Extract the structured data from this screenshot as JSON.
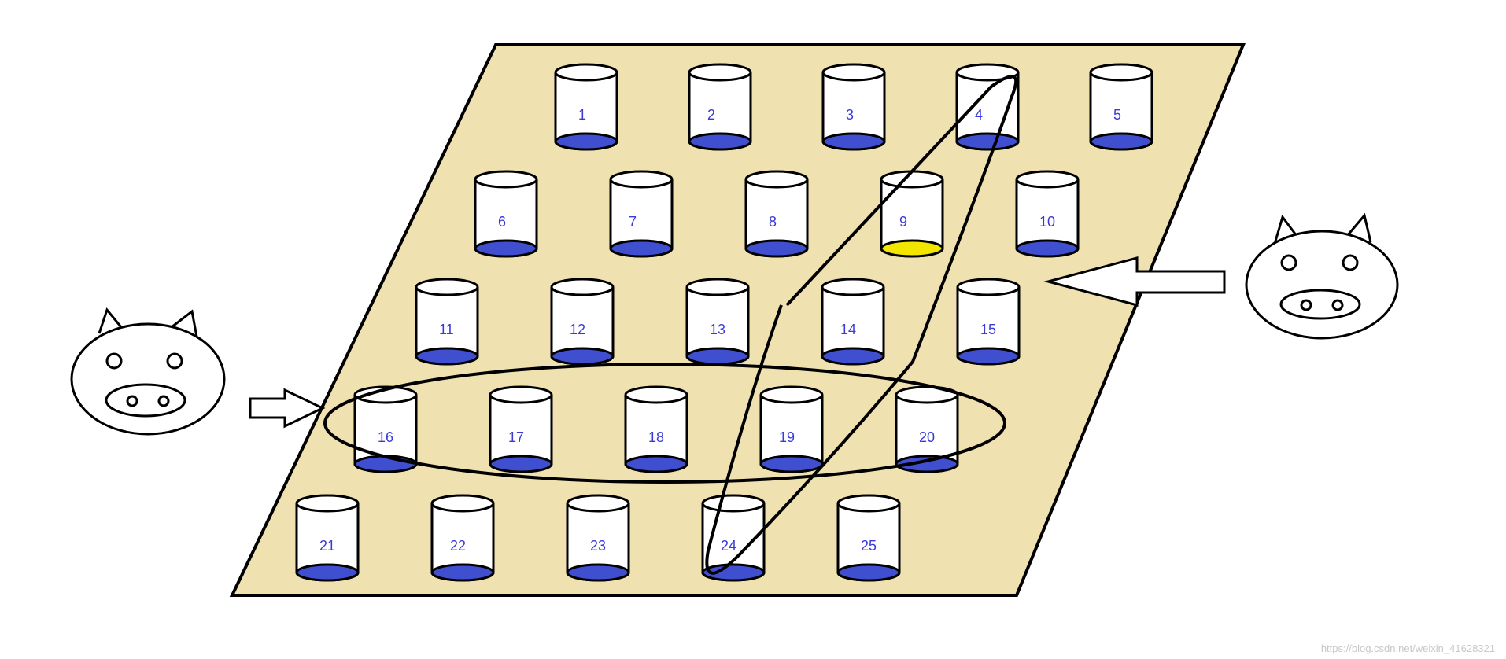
{
  "colors": {
    "board": "#efe1b0",
    "outline": "#000000",
    "water": "#3f4fcf",
    "poison": "#f2e600",
    "label": "#3a3ad8",
    "watermark": "#c8c8c8"
  },
  "board": {
    "rows": 5,
    "cols": 5,
    "poisoned_bucket": "9"
  },
  "buckets": [
    {
      "label": "1",
      "liquid": "water"
    },
    {
      "label": "2",
      "liquid": "water"
    },
    {
      "label": "3",
      "liquid": "water"
    },
    {
      "label": "4",
      "liquid": "water"
    },
    {
      "label": "5",
      "liquid": "water"
    },
    {
      "label": "6",
      "liquid": "water"
    },
    {
      "label": "7",
      "liquid": "water"
    },
    {
      "label": "8",
      "liquid": "water"
    },
    {
      "label": "9",
      "liquid": "poison"
    },
    {
      "label": "10",
      "liquid": "water"
    },
    {
      "label": "11",
      "liquid": "water"
    },
    {
      "label": "12",
      "liquid": "water"
    },
    {
      "label": "13",
      "liquid": "water"
    },
    {
      "label": "14",
      "liquid": "water"
    },
    {
      "label": "15",
      "liquid": "water"
    },
    {
      "label": "16",
      "liquid": "water"
    },
    {
      "label": "17",
      "liquid": "water"
    },
    {
      "label": "18",
      "liquid": "water"
    },
    {
      "label": "19",
      "liquid": "water"
    },
    {
      "label": "20",
      "liquid": "water"
    },
    {
      "label": "21",
      "liquid": "water"
    },
    {
      "label": "22",
      "liquid": "water"
    },
    {
      "label": "23",
      "liquid": "water"
    },
    {
      "label": "24",
      "liquid": "water"
    },
    {
      "label": "25",
      "liquid": "water"
    }
  ],
  "pigs": [
    {
      "name": "pig-left",
      "tests": "row",
      "row_buckets": [
        "16",
        "17",
        "18",
        "19",
        "20"
      ]
    },
    {
      "name": "pig-right",
      "tests": "diagonal",
      "diagonal_buckets": [
        "4",
        "9",
        "14",
        "19",
        "24"
      ]
    }
  ],
  "watermark": "https://blog.csdn.net/weixin_41628321"
}
